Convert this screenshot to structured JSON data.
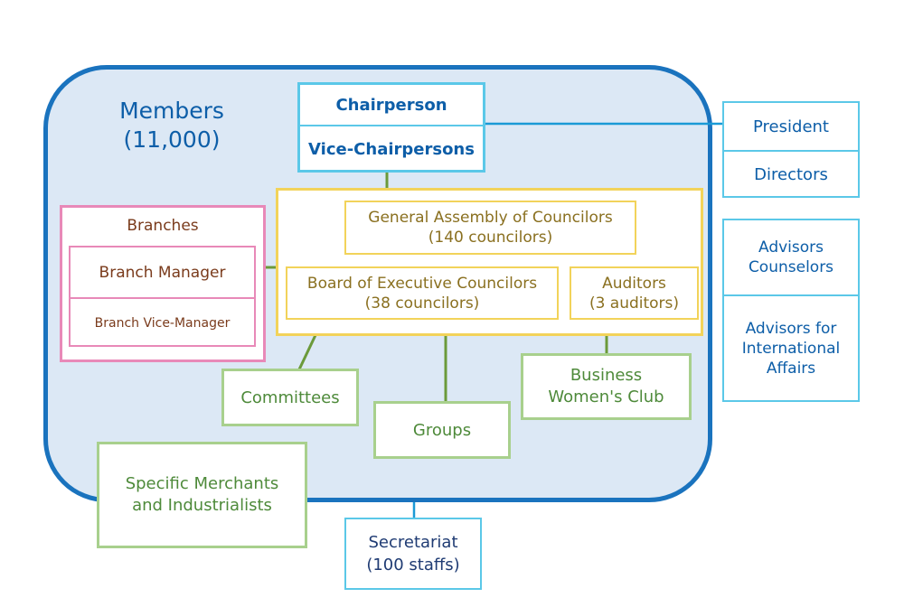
{
  "colors": {
    "members_border": "#1a73be",
    "members_fill": "#dce8f5",
    "blue_text": "#0d5ea8",
    "cyan_border": "#5bc8e8",
    "yellow_border": "#f2d35a",
    "olive_text": "#8a7020",
    "pink_border": "#e889b8",
    "brown_text": "#7a3b1c",
    "green_border": "#a8d08d",
    "green_text": "#4e8a3a",
    "navy_text": "#1f3b73"
  },
  "members": {
    "title": "Members",
    "count": "(11,000)"
  },
  "leadership": {
    "chairperson": "Chairperson",
    "vice": "Vice-Chairpersons"
  },
  "officers": {
    "president": "President",
    "directors": "Directors"
  },
  "advisors": {
    "counselors_line1": "Advisors",
    "counselors_line2": "Counselors",
    "international_line1": "Advisors for",
    "international_line2": "International",
    "international_line3": "Affairs"
  },
  "councils": {
    "assembly_line1": "General Assembly of Councilors",
    "assembly_line2": "(140 councilors)",
    "board_line1": "Board of Executive Councilors",
    "board_line2": "(38 councilors)",
    "auditors_line1": "Auditors",
    "auditors_line2": "(3 auditors)"
  },
  "branches": {
    "title": "Branches",
    "manager": "Branch Manager",
    "vice_manager": "Branch Vice-Manager"
  },
  "committees": "Committees",
  "groups": "Groups",
  "business_women": {
    "line1": "Business",
    "line2": "Women's Club"
  },
  "merchants": {
    "line1": "Specific Merchants",
    "line2": "and Industrialists"
  },
  "secretariat": {
    "line1": "Secretariat",
    "line2": "(100 staffs)"
  }
}
